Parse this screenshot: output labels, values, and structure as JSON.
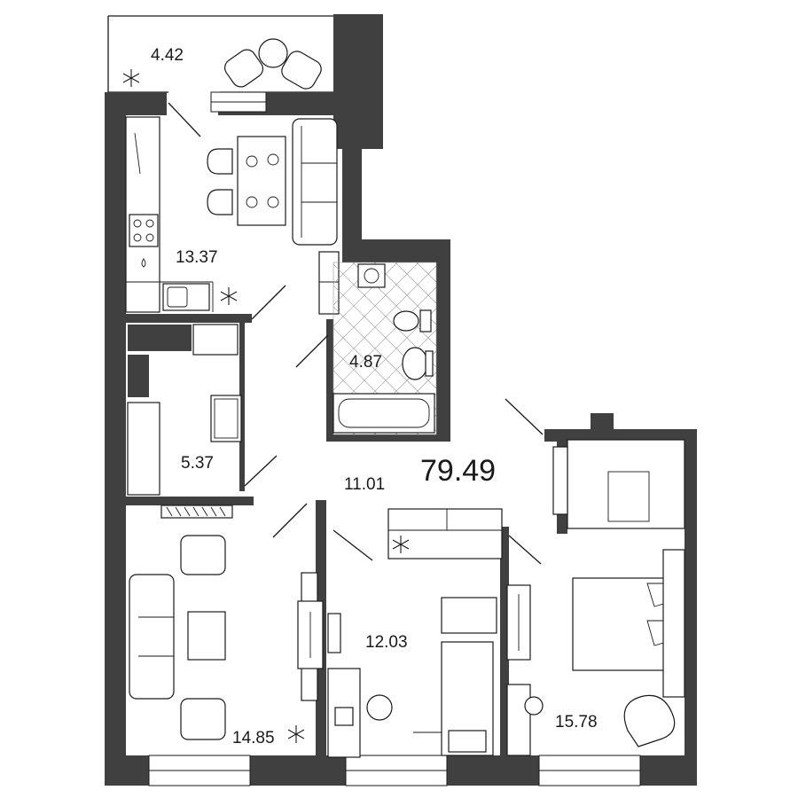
{
  "plan": {
    "total_area": "79.49",
    "rooms": [
      {
        "id": "balcony",
        "area": "4.42"
      },
      {
        "id": "kitchen",
        "area": "13.37"
      },
      {
        "id": "bathroom",
        "area": "4.87"
      },
      {
        "id": "storage",
        "area": "5.37"
      },
      {
        "id": "hallway",
        "area": "11.01"
      },
      {
        "id": "living-room",
        "area": "14.85"
      },
      {
        "id": "kids-room",
        "area": "12.03"
      },
      {
        "id": "bedroom",
        "area": "15.78"
      }
    ]
  }
}
